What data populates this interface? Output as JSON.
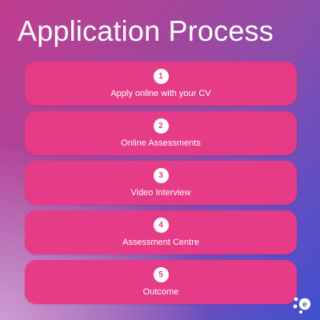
{
  "title": "Application Process",
  "steps": [
    {
      "number": "1",
      "label": "Apply online with your CV"
    },
    {
      "number": "2",
      "label": "Online Assessments"
    },
    {
      "number": "3",
      "label": "Video Interview"
    },
    {
      "number": "4",
      "label": "Assessment Centre"
    },
    {
      "number": "5",
      "label": "Outcome"
    }
  ],
  "logo": {
    "icon": "e-dots-logo-icon",
    "letter": "e",
    "color": "#ffffff"
  },
  "colors": {
    "step_background": "#e63b87",
    "number_circle": "#ffffff",
    "text": "#ffffff"
  }
}
